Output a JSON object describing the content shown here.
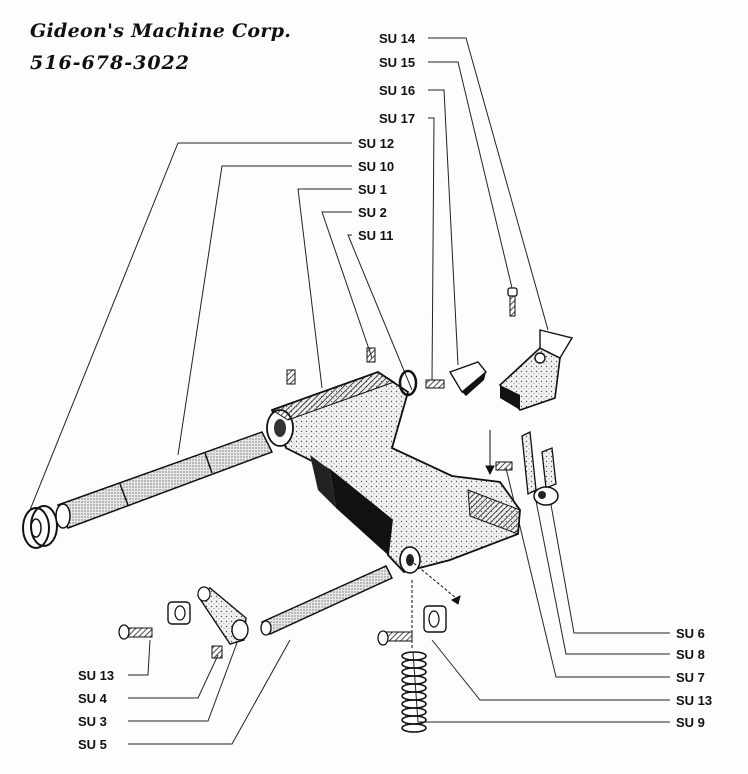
{
  "header": {
    "company": "Gideon's Machine Corp.",
    "phone": "516-678-3022"
  },
  "callouts": {
    "su14": "SU 14",
    "su15": "SU 15",
    "su16": "SU 16",
    "su17": "SU 17",
    "su12": "SU 12",
    "su10": "SU 10",
    "su1": "SU 1",
    "su2": "SU 2",
    "su11": "SU 11",
    "su6": "SU 6",
    "su8": "SU 8",
    "su7": "SU 7",
    "su13_right": "SU 13",
    "su9": "SU 9",
    "su13_left": "SU 13",
    "su4": "SU 4",
    "su3": "SU 3",
    "su5": "SU 5"
  }
}
